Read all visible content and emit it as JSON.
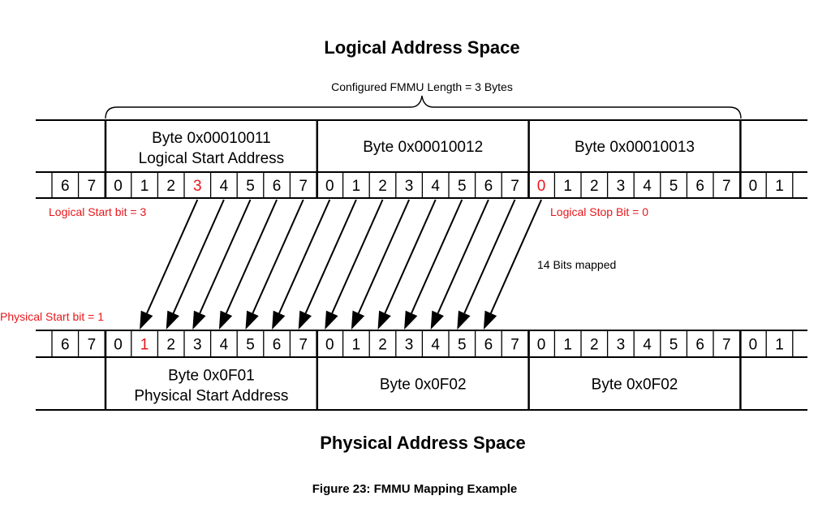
{
  "logical_title": "Logical Address Space",
  "physical_title": "Physical Address Space",
  "caption": "Figure 23: FMMU Mapping Example",
  "brace_label": "Configured FMMU Length = 3 Bytes",
  "mapped_label": "14 Bits mapped",
  "logical": {
    "bytes": [
      {
        "line1": "Byte 0x00010011",
        "line2": "Logical Start Address"
      },
      {
        "line1": "Byte 0x00010012",
        "line2": ""
      },
      {
        "line1": "Byte 0x00010013",
        "line2": ""
      }
    ],
    "bits": [
      "6",
      "7",
      "0",
      "1",
      "2",
      "3",
      "4",
      "5",
      "6",
      "7",
      "0",
      "1",
      "2",
      "3",
      "4",
      "5",
      "6",
      "7",
      "0",
      "1",
      "2",
      "3",
      "4",
      "5",
      "6",
      "7",
      "0",
      "1"
    ],
    "highlight_bits": [
      5,
      18
    ],
    "start_label": "Logical Start bit = 3",
    "stop_label": "Logical Stop Bit = 0"
  },
  "physical": {
    "bytes": [
      {
        "line1": "Byte 0x0F01",
        "line2": "Physical Start Address"
      },
      {
        "line1": "Byte 0x0F02",
        "line2": ""
      },
      {
        "line1": "Byte 0x0F02",
        "line2": ""
      }
    ],
    "bits": [
      "6",
      "7",
      "0",
      "1",
      "2",
      "3",
      "4",
      "5",
      "6",
      "7",
      "0",
      "1",
      "2",
      "3",
      "4",
      "5",
      "6",
      "7",
      "0",
      "1",
      "2",
      "3",
      "4",
      "5",
      "6",
      "7",
      "0",
      "1"
    ],
    "highlight_bits": [
      3
    ],
    "start_label": "Physical Start bit = 1"
  },
  "mapping": {
    "logical_start_index": 5,
    "physical_start_index": 3,
    "count": 14
  },
  "colors": {
    "highlight": "#e8161a",
    "line": "#000000"
  }
}
